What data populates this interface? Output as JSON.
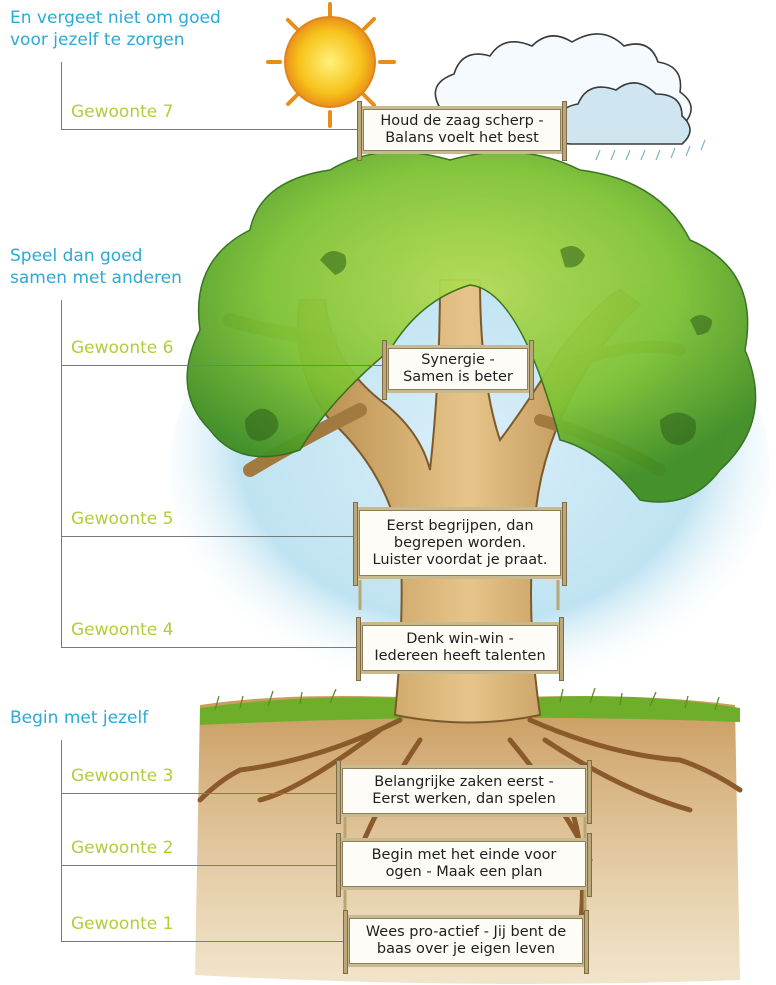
{
  "sections": [
    {
      "label": "En vergeet niet om goed\nvoor jezelf te zorgen"
    },
    {
      "label": "Speel dan goed\nsamen met anderen"
    },
    {
      "label": "Begin met jezelf"
    }
  ],
  "habits": [
    {
      "label": "Gewoonte 7",
      "sign": "Houd de zaag scherp -\nBalans voelt het best"
    },
    {
      "label": "Gewoonte 6",
      "sign": "Synergie -\nSamen is beter"
    },
    {
      "label": "Gewoonte 5",
      "sign": "Eerst begrijpen, dan\nbegrepen worden.\nLuister voordat je praat."
    },
    {
      "label": "Gewoonte 4",
      "sign": "Denk win-win -\nIedereen heeft talenten"
    },
    {
      "label": "Gewoonte 3",
      "sign": "Belangrijke zaken eerst -\nEerst werken, dan spelen"
    },
    {
      "label": "Gewoonte 2",
      "sign": "Begin met het einde voor\nogen - Maak een plan"
    },
    {
      "label": "Gewoonte 1",
      "sign": "Wees pro-actief - Jij bent de\nbaas over je eigen leven"
    }
  ],
  "colors": {
    "section": "#2aaad6",
    "habit": "#b5cc3a",
    "foliage": "#6fb82f",
    "trunk": "#c9a15f",
    "soil": "#c99a5c",
    "sky": "#bfe3f2",
    "sun": "#f7c21a"
  }
}
